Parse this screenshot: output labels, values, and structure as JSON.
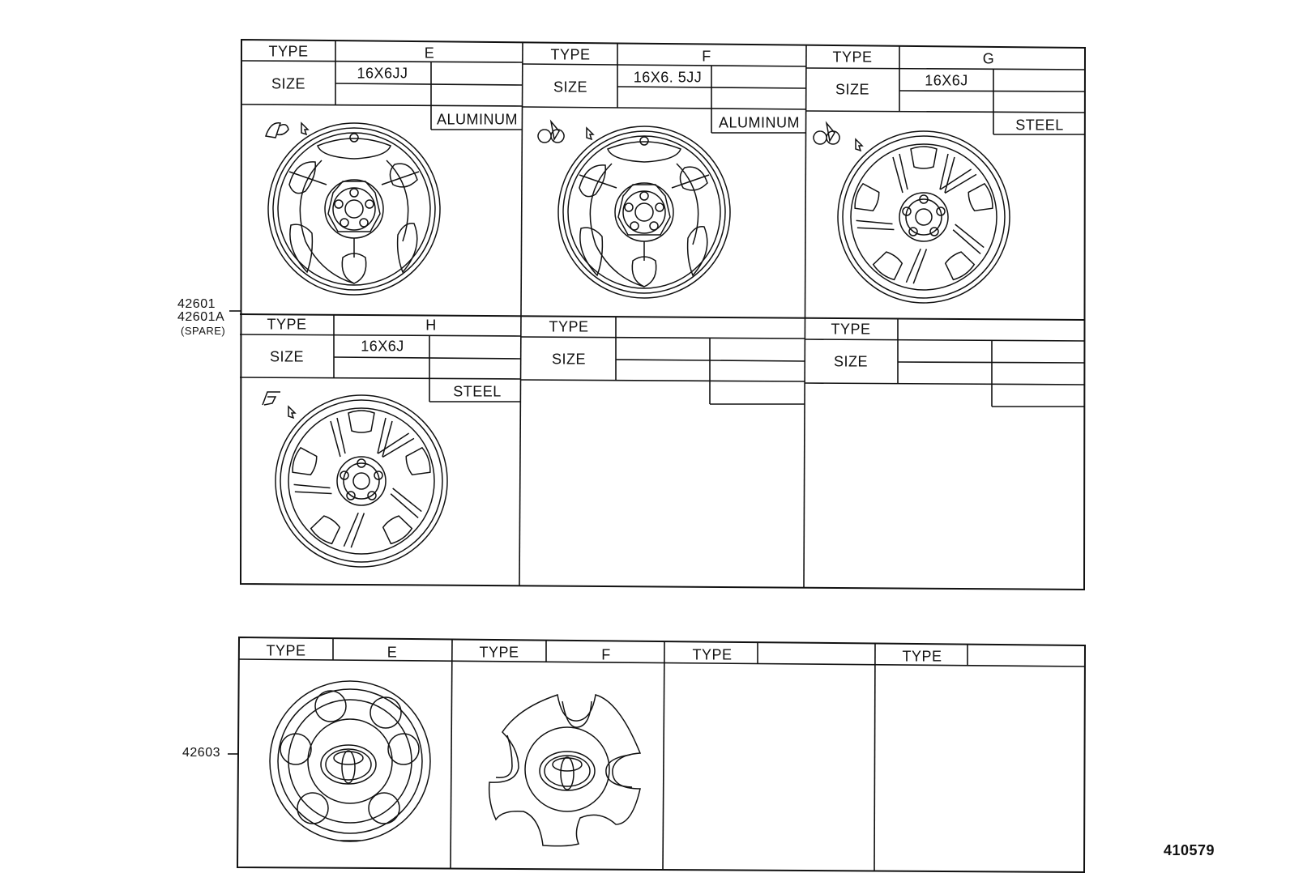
{
  "wheel_table": {
    "callout_lines": [
      "42601",
      "42601A",
      "(SPARE)"
    ],
    "panels": [
      {
        "type_label": "TYPE",
        "size_label": "SIZE",
        "type": "E",
        "size": "16X6JJ",
        "material": "ALUMINUM",
        "wheel": "3-spoke-aluminum"
      },
      {
        "type_label": "TYPE",
        "size_label": "SIZE",
        "type": "F",
        "size": "16X6. 5JJ",
        "material": "ALUMINUM",
        "wheel": "3-spoke-aluminum"
      },
      {
        "type_label": "TYPE",
        "size_label": "SIZE",
        "type": "G",
        "size": "16X6J",
        "material": "STEEL",
        "wheel": "5-slot-steel"
      },
      {
        "type_label": "TYPE",
        "size_label": "SIZE",
        "type": "H",
        "size": "16X6J",
        "material": "STEEL",
        "wheel": "5-slot-steel"
      },
      {
        "type_label": "TYPE",
        "size_label": "SIZE",
        "type": "",
        "size": "",
        "material": "",
        "wheel": ""
      },
      {
        "type_label": "TYPE",
        "size_label": "SIZE",
        "type": "",
        "size": "",
        "material": "",
        "wheel": ""
      }
    ]
  },
  "cap_table": {
    "callout": "42603",
    "panels": [
      {
        "type_label": "TYPE",
        "type": "E",
        "cap": "round-cap-toyota-emblem"
      },
      {
        "type_label": "TYPE",
        "type": "F",
        "cap": "star-cap-toyota-emblem"
      },
      {
        "type_label": "TYPE",
        "type": "",
        "cap": ""
      },
      {
        "type_label": "TYPE",
        "type": "",
        "cap": ""
      }
    ]
  },
  "illustration_number": "410579"
}
